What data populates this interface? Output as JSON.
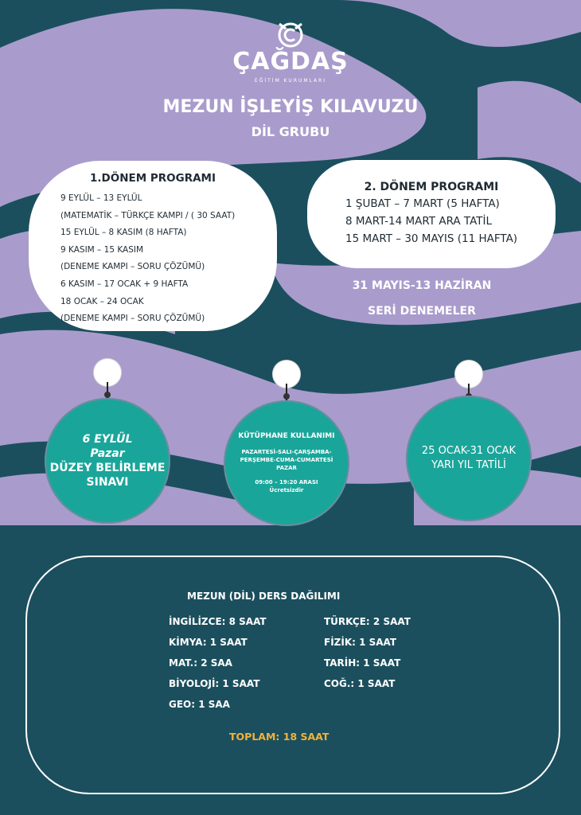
{
  "brand": {
    "name": "ÇAĞDAŞ",
    "subtitle": "EĞİTİM KURUMLARI"
  },
  "title": "MEZUN İŞLEYİŞ KILAVUZU",
  "subtitle": "DİL GRUBU",
  "term1": {
    "heading": "1.DÖNEM PROGRAMI",
    "lines": [
      "9 EYLÜL – 13 EYLÜL",
      "(MATEMATİK – TÜRKÇE KAMPI / (      30 SAAT)",
      "15 EYLÜL – 8 KASIM (8 HAFTA)",
      "9 KASIM – 15 KASIM",
      "(DENEME KAMPI – SORU ÇÖZÜMÜ)",
      "6 KASIM – 17 OCAK + 9 HAFTA",
      "18 OCAK – 24 OCAK",
      "(DENEME KAMPI – SORU ÇÖZÜMÜ)"
    ]
  },
  "term2": {
    "heading": "2. DÖNEM PROGRAMI",
    "lines": [
      "1 ŞUBAT – 7 MART (5 HAFTA)",
      "8 MART-14 MART ARA TATİL",
      "15 MART – 30 MAYIS (11 HAFTA)"
    ]
  },
  "exams": {
    "dates": "31 MAYIS-13 HAZİRAN",
    "label": "SERİ DENEMELER"
  },
  "circles": {
    "placement": {
      "date": "6 EYLÜL",
      "day": "Pazar",
      "line1": "DÜZEY BELİRLEME",
      "line2": "SINAVI"
    },
    "library": {
      "title": "KÜTÜPHANE KULLANIMI",
      "days": "PAZARTESİ-SALI-ÇARŞAMBA-PERŞEMBE-CUMA-CUMARTESİ PAZAR",
      "hours": "09:00 – 19:20 ARASI",
      "price": "Ücretsizdir"
    },
    "holiday": {
      "dates": "25 OCAK-31 OCAK",
      "label": "YARI YIL TATİLİ"
    }
  },
  "distribution": {
    "title": "MEZUN (DİL) DERS DAĞILIMI",
    "left": [
      "İNGİLİZCE: 8 SAAT",
      "KİMYA: 1 SAAT",
      "MAT.: 2 SAA",
      "BİYOLOJİ: 1 SAAT",
      "GEO: 1 SAA"
    ],
    "right": [
      "TÜRKÇE: 2 SAAT",
      "FİZİK: 1 SAAT",
      "TARİH: 1 SAAT",
      "COĞ.: 1 SAAT"
    ],
    "total": "TOPLAM: 18 SAAT"
  },
  "colors": {
    "dark_teal": "#1b4f5e",
    "lavender": "#a99ccc",
    "circle_teal": "#1aa59a",
    "total_orange": "#f0b33a"
  }
}
